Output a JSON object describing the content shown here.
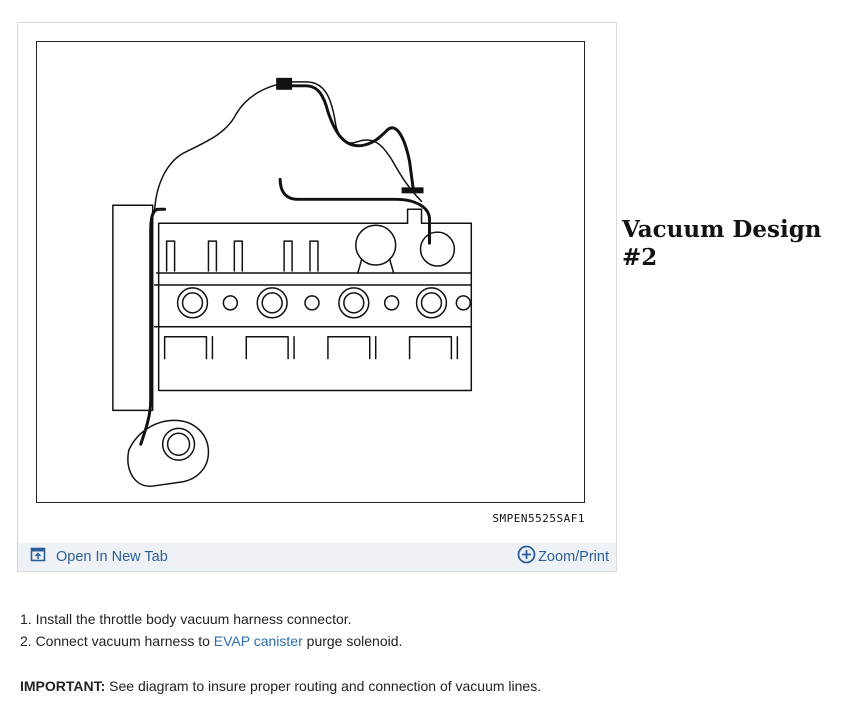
{
  "figure": {
    "diagram_code": "SMPEN5525SAF1",
    "open_tab_label": "Open In New Tab",
    "zoom_label": "Zoom/Print",
    "icons": {
      "open_tab": "open-new-tab-icon",
      "zoom": "zoom-plus-icon"
    },
    "accent_color": "#2b5e99"
  },
  "side_title": "Vacuum Design #2",
  "steps": [
    {
      "prefix": "1. Install the throttle body vacuum harness connector."
    },
    {
      "prefix": "2. Connect vacuum harness to ",
      "link": "EVAP canister",
      "suffix": " purge solenoid."
    }
  ],
  "important": {
    "label": "IMPORTANT:",
    "text": " See diagram to insure proper routing and connection of vacuum lines."
  }
}
